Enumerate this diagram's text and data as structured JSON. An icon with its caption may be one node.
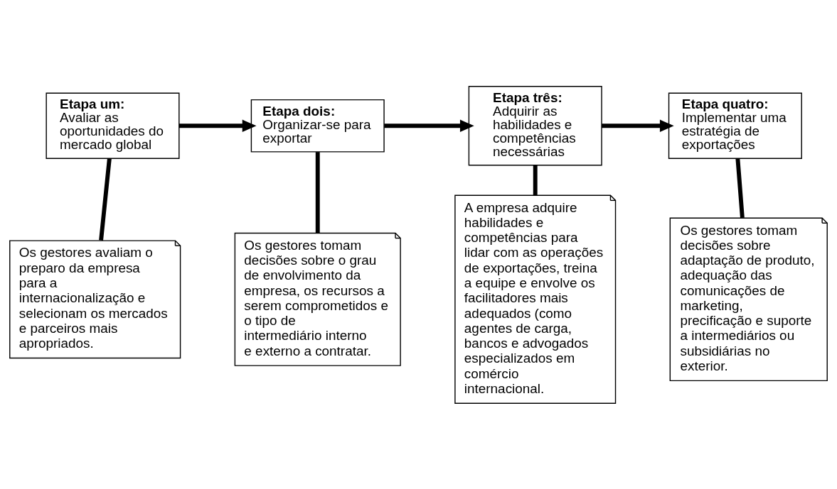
{
  "diagram": {
    "nodes": [
      {
        "text": [
          "Etapa um:",
          "Avaliar as oportunidades do mercado global"
        ]
      },
      {
        "text": [
          "Etapa dois:",
          "Organizar-se para exportar"
        ]
      },
      {
        "text": [
          "Etapa três:",
          "Adquirir as habilidades e competências necessárias"
        ]
      },
      {
        "text": [
          "Etapa quatro:",
          "Implementar uma estratégia de exportações"
        ]
      },
      {
        "text": [
          "Os gestores avaliam o preparo da empresa para a internacionalização e selecionam os mercados e parceiros mais apropriados."
        ]
      },
      {
        "text": [
          "Os gestores tomam decisões sobre o grau de envolvimento da empresa, os recursos a serem comprometidos e o tipo de intermediário interno e externo a contratar."
        ]
      },
      {
        "text": [
          "A empresa adquire habilidades e competências para lidar com as operações de exportações, treina a equipe e envolve os facilitadores mais adequados (como agentes de carga, bancos e advogados especializados em comércio internacional."
        ]
      },
      {
        "text": [
          "Os gestores tomam decisões sobre adaptação de produto, adequação das comunicações de marketing, precificação e suporte a intermediários ou subsidiárias no exterior."
        ]
      }
    ],
    "edges": [
      {
        "from": 0,
        "to": 1,
        "arrow": "to"
      },
      {
        "from": 1,
        "to": 2,
        "arrow": "to"
      },
      {
        "from": 2,
        "to": 3,
        "arrow": "to"
      },
      {
        "from": 0,
        "to": 4,
        "arrow": "none"
      },
      {
        "from": 1,
        "to": 5,
        "arrow": "none"
      },
      {
        "from": 2,
        "to": 6,
        "arrow": "none"
      },
      {
        "from": 3,
        "to": 7,
        "arrow": "none"
      }
    ]
  }
}
